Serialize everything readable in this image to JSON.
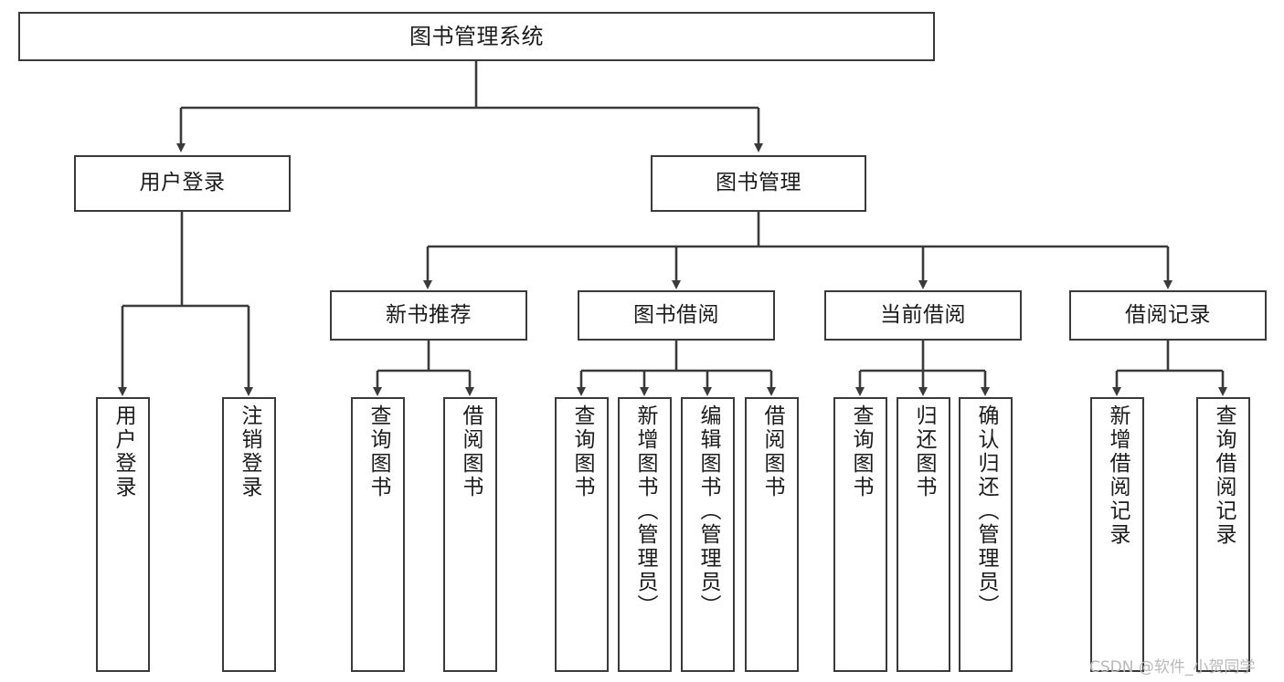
{
  "diagram": {
    "type": "tree-hierarchy-flowchart",
    "title": "图书管理系统",
    "levels": {
      "root": {
        "label": "图书管理系统"
      },
      "level2": [
        {
          "id": "user-login",
          "label": "用户登录"
        },
        {
          "id": "book-management",
          "label": "图书管理"
        }
      ],
      "level3": [
        {
          "id": "new-book-recommend",
          "label": "新书推荐",
          "parent": "book-management"
        },
        {
          "id": "book-borrow",
          "label": "图书借阅",
          "parent": "book-management"
        },
        {
          "id": "current-borrow",
          "label": "当前借阅",
          "parent": "book-management"
        },
        {
          "id": "borrow-record",
          "label": "借阅记录",
          "parent": "book-management"
        }
      ],
      "leaves": [
        {
          "id": "leaf-user-login",
          "label": "用户登录",
          "parent": "user-login"
        },
        {
          "id": "leaf-logout",
          "label": "注销登录",
          "parent": "user-login"
        },
        {
          "id": "leaf-query-book-1",
          "label": "查询图书",
          "parent": "new-book-recommend"
        },
        {
          "id": "leaf-borrow-book-1",
          "label": "借阅图书",
          "parent": "new-book-recommend"
        },
        {
          "id": "leaf-query-book-2",
          "label": "查询图书",
          "parent": "book-borrow"
        },
        {
          "id": "leaf-add-book",
          "label": "新增图书（管理员）",
          "parent": "book-borrow"
        },
        {
          "id": "leaf-edit-book",
          "label": "编辑图书（管理员）",
          "parent": "book-borrow"
        },
        {
          "id": "leaf-borrow-book-2",
          "label": "借阅图书",
          "parent": "book-borrow"
        },
        {
          "id": "leaf-query-book-3",
          "label": "查询图书",
          "parent": "current-borrow"
        },
        {
          "id": "leaf-return-book",
          "label": "归还图书",
          "parent": "current-borrow"
        },
        {
          "id": "leaf-confirm-return",
          "label": "确认归还（管理员）",
          "parent": "current-borrow"
        },
        {
          "id": "leaf-add-record",
          "label": "新增借阅记录",
          "parent": "borrow-record"
        },
        {
          "id": "leaf-query-record",
          "label": "查询借阅记录",
          "parent": "borrow-record"
        }
      ]
    }
  },
  "watermark": {
    "text": "CSDN @软件_小贺同学"
  },
  "colors": {
    "border": "#3a3a3a",
    "text": "#1b1b1b",
    "background": "#ffffff",
    "connector": "#3a3a3a",
    "watermark": "#b9b9b9"
  }
}
